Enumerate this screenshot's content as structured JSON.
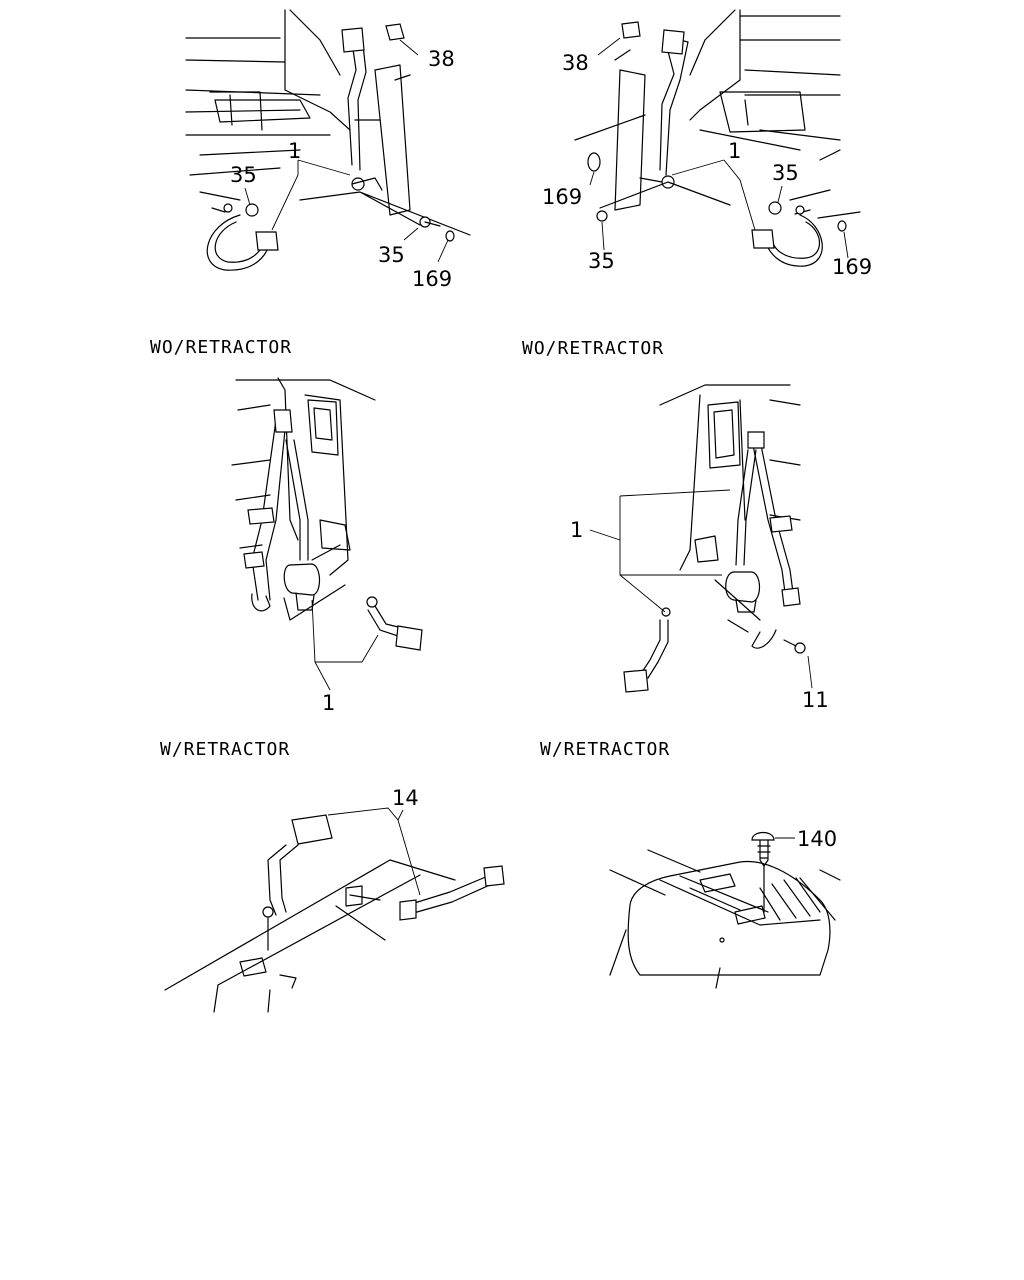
{
  "captions": {
    "wo_retractor_left": "WO/RETRACTOR",
    "wo_retractor_right": "WO/RETRACTOR",
    "w_retractor_left": "W/RETRACTOR",
    "w_retractor_right": "W/RETRACTOR"
  },
  "callouts": {
    "top_left": {
      "belt": "1",
      "clip": "35",
      "bolt": "35",
      "anchor_cover": "38",
      "cap": "169"
    },
    "top_right": {
      "belt": "1",
      "clip": "35",
      "bolt": "35",
      "anchor_cover": "38",
      "cap_a": "169",
      "cap_b": "169"
    },
    "middle_left": {
      "belt": "1"
    },
    "middle_right": {
      "belt": "1",
      "bolt": "11"
    },
    "bottom_left": {
      "buckle": "14"
    },
    "bottom_right": {
      "screw": "140"
    }
  }
}
